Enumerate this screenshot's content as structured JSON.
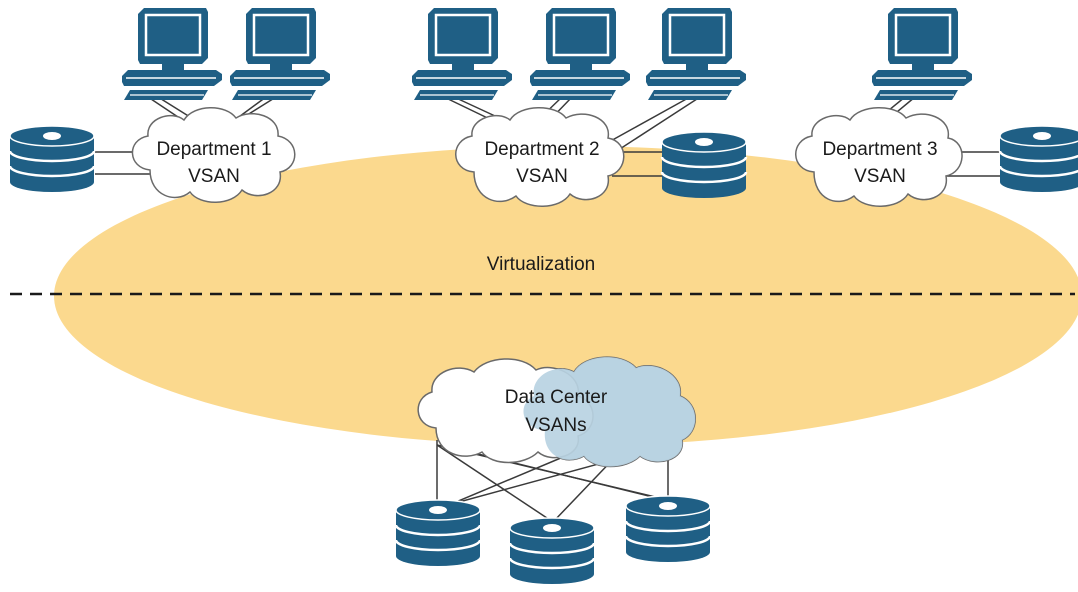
{
  "colors": {
    "virtualization_fill": "#fbd98e",
    "device_blue": "#1f5f85",
    "device_stripe": "#ffffff",
    "cloud_fill": "#ffffff",
    "cloud_shaded_fill": "#b8d3e2",
    "cloud_stroke": "#6a6a6a",
    "line": "#3a3a3a",
    "divider": "#1a1a1a"
  },
  "labels": {
    "dept1_line1": "Department 1",
    "dept1_line2": "VSAN",
    "dept2_line1": "Department 2",
    "dept2_line2": "VSAN",
    "dept3_line1": "Department 3",
    "dept3_line2": "VSAN",
    "virtualization": "Virtualization",
    "datacenter_line1": "Data Center",
    "datacenter_line2": "VSANs"
  },
  "icons": {
    "workstation": "computer-workstation-icon",
    "storage": "storage-disk-stack-icon",
    "cloud": "vsan-cloud"
  }
}
